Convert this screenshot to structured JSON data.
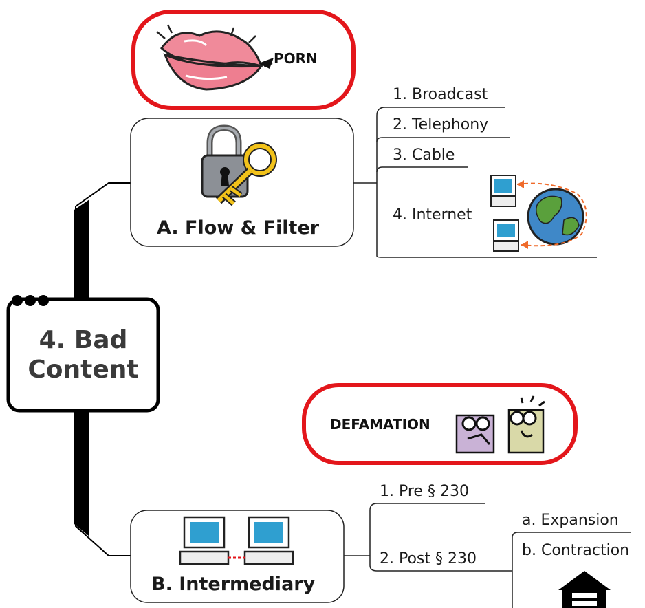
{
  "central": {
    "line1": "4. Bad",
    "line2": "Content"
  },
  "branch_a": {
    "title": "A. Flow & Filter",
    "callout": "PORN",
    "items": [
      "1. Broadcast",
      "2. Telephony",
      "3. Cable",
      "4. Internet"
    ]
  },
  "branch_b": {
    "title": "B. Intermediary",
    "callout": "DEFAMATION",
    "items": [
      "1. Pre § 230",
      "2. Post § 230"
    ],
    "subitems": [
      "a. Expansion",
      "b. Contraction"
    ]
  },
  "colors": {
    "callout_border": "#e3161b",
    "lips": "#f08a9a",
    "lock": "#8c9096",
    "key": "#f2c21a",
    "globe_land": "#5aa03c",
    "globe_water": "#3f88c8",
    "monitor_screen": "#2f9fd0",
    "arrow": "#ef6a2a"
  }
}
